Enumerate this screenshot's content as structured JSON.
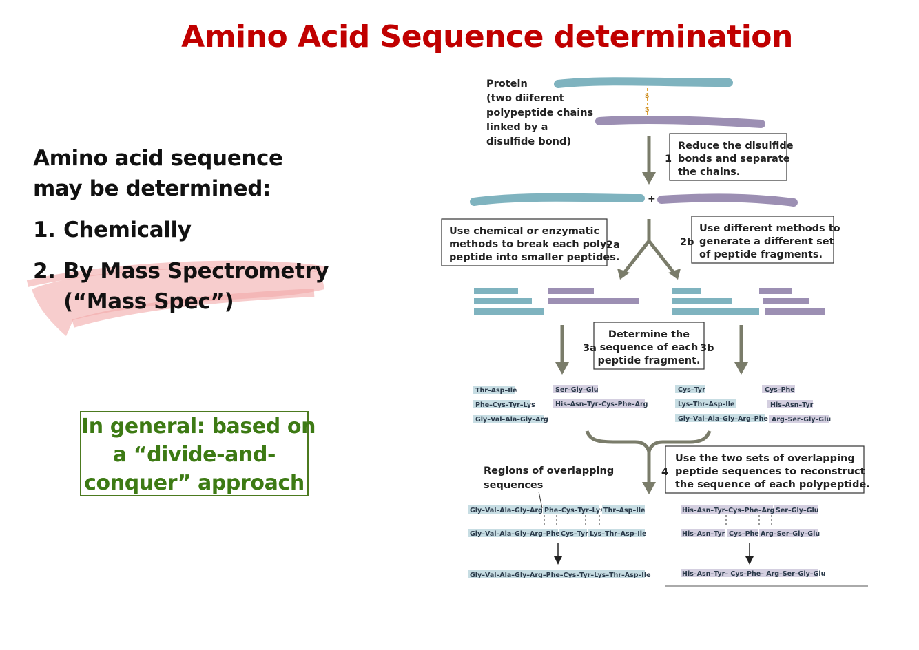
{
  "title": "Amino Acid Sequence determination",
  "left": {
    "intro_line1": "Amino acid sequence",
    "intro_line2": "may be determined:",
    "items": [
      {
        "num": "1.",
        "text": "Chemically"
      },
      {
        "num": "2.",
        "text": "By Mass Spectrometry",
        "text2": "(“Mass Spec”)"
      }
    ],
    "highlight_color": "#f4b8b8"
  },
  "general_box": {
    "line1": "In general: based on",
    "line2": "a “divide-and-",
    "line3": "conquer” approach",
    "color": "#3d7a14"
  },
  "diagram": {
    "protein_label": [
      "Protein",
      "(two diiferent",
      "polypeptide chains",
      "linked by a",
      "disulfide bond)"
    ],
    "disulfide": [
      "S",
      "S"
    ],
    "plus": "+",
    "step1": {
      "num": "1",
      "lines": [
        "Reduce the disulfide",
        "bonds and separate",
        "the chains."
      ]
    },
    "step2a": {
      "num": "2a",
      "lines": [
        "Use chemical or enzymatic",
        "methods to break each poly-",
        "peptide into smaller peptides."
      ]
    },
    "step2b": {
      "num": "2b",
      "lines": [
        "Use different methods to",
        "generate a different set",
        "of peptide fragments."
      ]
    },
    "step3": {
      "num_left": "3a",
      "num_right": "3b",
      "lines": [
        "Determine the",
        "sequence of each",
        "peptide fragment."
      ]
    },
    "step4": {
      "num": "4",
      "lines": [
        "Use the two sets of overlapping",
        "peptide sequences to reconstruct",
        "the sequence of each polypeptide."
      ]
    },
    "overlap_label": [
      "Regions of overlapping",
      "sequences"
    ],
    "fragments_a_teal": [
      "Thr–Asp–Ile",
      "Phe–Cys–Tyr–Lys",
      "Gly–Val–Ala–Gly–Arg"
    ],
    "fragments_a_purple": [
      "Ser–Gly–Glu",
      "His–Asn–Tyr–Cys–Phe–Arg"
    ],
    "fragments_b_teal": [
      "Cys–Tyr",
      "Lys–Thr–Asp–Ile",
      "Gly–Val–Ala–Gly–Arg–Phe"
    ],
    "fragments_b_purple": [
      "Cys–Phe",
      "His–Asn–Tyr",
      "Arg–Ser–Gly–Glu"
    ],
    "teal_row1": [
      "Gly–Val–Ala–Gly–Arg",
      "Phe–Cys–Tyr–Lys",
      "Thr–Asp–Ile"
    ],
    "teal_row2": [
      "Gly–Val–Ala–Gly–Arg–Phe",
      "Cys–Tyr",
      "Lys–Thr–Asp–Ile"
    ],
    "teal_final": "Gly–Val–Ala–Gly–Arg–Phe–Cys–Tyr–Lys–Thr–Asp–Ile",
    "purple_row1": [
      "His–Asn–Tyr–Cys–Phe–Arg",
      "Ser–Gly–Glu"
    ],
    "purple_row2": [
      "His–Asn–Tyr",
      "Cys–Phe",
      "Arg–Ser–Gly–Glu"
    ],
    "purple_final": "His–Asn–Tyr– Cys–Phe– Arg–Ser–Gly–Glu",
    "colors": {
      "teal": "#7fb3bf",
      "purple": "#9c8fb3",
      "arrow": "#7a7c6a",
      "seq_teal_bg": "#c7dde3",
      "seq_purple_bg": "#d4cfe0"
    }
  }
}
